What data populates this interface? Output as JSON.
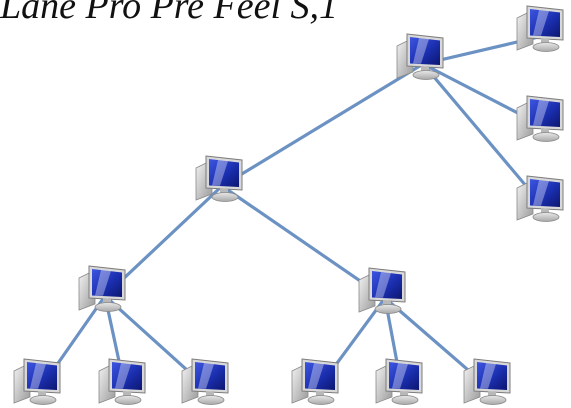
{
  "top_fragment_text": "Lane Pro Pre Feel S,1",
  "link_color": "#6b92c3",
  "monitor_screen_color": "#1b2fb0",
  "node_icon": "computer-monitor-icon",
  "tree": {
    "root": "n-top",
    "nodes": [
      "n-top",
      "n-top-c1",
      "n-top-c2",
      "n-top-c3",
      "n-mid",
      "n-left",
      "n-right",
      "n-left-c1",
      "n-left-c2",
      "n-left-c3",
      "n-right-c1",
      "n-right-c2",
      "n-right-c3"
    ],
    "links": [
      [
        "n-top",
        "n-top-c1"
      ],
      [
        "n-top",
        "n-top-c2"
      ],
      [
        "n-top",
        "n-top-c3"
      ],
      [
        "n-top",
        "n-mid"
      ],
      [
        "n-mid",
        "n-left"
      ],
      [
        "n-mid",
        "n-right"
      ],
      [
        "n-left",
        "n-left-c1"
      ],
      [
        "n-left",
        "n-left-c2"
      ],
      [
        "n-left",
        "n-left-c3"
      ],
      [
        "n-right",
        "n-right-c1"
      ],
      [
        "n-right",
        "n-right-c2"
      ],
      [
        "n-right",
        "n-right-c3"
      ]
    ]
  }
}
